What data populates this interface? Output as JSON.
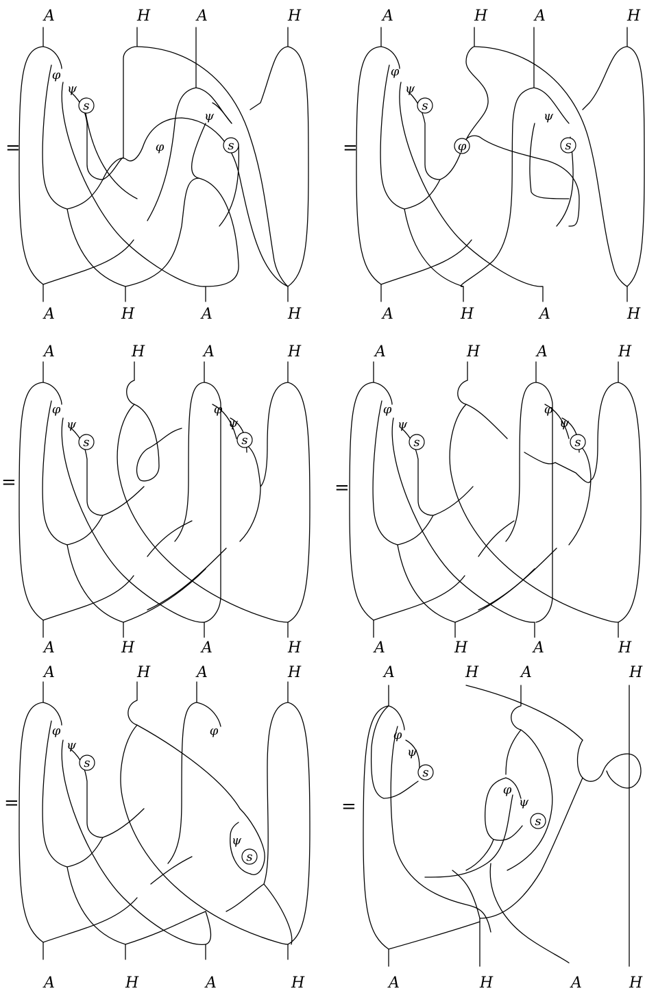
{
  "equals_sign": "=",
  "panels": [
    {
      "top_labels": [
        "A",
        "H",
        "A",
        "H"
      ],
      "bottom_labels": [
        "A",
        "H",
        "A",
        "H"
      ],
      "nodes": [
        "φ",
        "ψ",
        "s",
        "ψ",
        "s",
        "φ"
      ]
    },
    {
      "top_labels": [
        "A",
        "H",
        "A",
        "H"
      ],
      "bottom_labels": [
        "A",
        "H",
        "A",
        "H"
      ],
      "nodes": [
        "φ",
        "ψ",
        "s",
        "ψ",
        "s",
        "φ"
      ]
    },
    {
      "top_labels": [
        "A",
        "H",
        "A",
        "H"
      ],
      "bottom_labels": [
        "A",
        "H",
        "A",
        "H"
      ],
      "nodes": [
        "φ",
        "ψ",
        "s",
        "φ",
        "ψ",
        "s"
      ]
    },
    {
      "top_labels": [
        "A",
        "H",
        "A",
        "H"
      ],
      "bottom_labels": [
        "A",
        "H",
        "A",
        "H"
      ],
      "nodes": [
        "φ",
        "ψ",
        "s",
        "φ",
        "ψ",
        "s"
      ]
    },
    {
      "top_labels": [
        "A",
        "H",
        "A",
        "H"
      ],
      "bottom_labels": [
        "A",
        "H",
        "A",
        "H"
      ],
      "nodes": [
        "φ",
        "ψ",
        "s",
        "φ",
        "ψ",
        "s"
      ]
    },
    {
      "top_labels": [
        "A",
        "H",
        "A",
        "H"
      ],
      "bottom_labels": [
        "A",
        "H",
        "A",
        "H"
      ],
      "nodes": [
        "φ",
        "ψ",
        "s",
        "φ",
        "ψ",
        "s"
      ]
    }
  ]
}
